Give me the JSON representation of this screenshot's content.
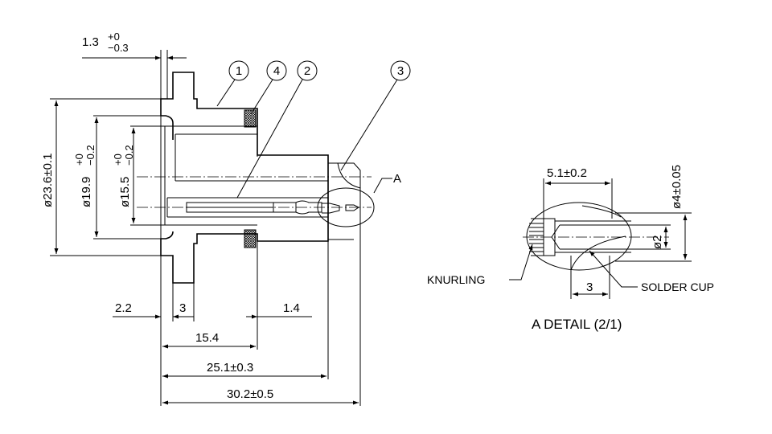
{
  "balloons": [
    "1",
    "4",
    "2",
    "3"
  ],
  "dimensions": {
    "flange_thickness": {
      "base": "1.3",
      "upper": "+0",
      "lower": "−0.3"
    },
    "dia_outer": "ø23.6±0.1",
    "dia_mid": {
      "base": "ø19.9",
      "upper": "+0",
      "lower": "−0.2"
    },
    "dia_inner": {
      "base": "ø15.5",
      "upper": "+0",
      "lower": "−0.2"
    },
    "len_2_2": "2.2",
    "len_3": "3",
    "len_1_4": "1.4",
    "len_15_4": "15.4",
    "len_25_1": "25.1±0.3",
    "len_30_2": "30.2±0.5",
    "section_ref": "A"
  },
  "detail": {
    "dim_width": "5.1±0.2",
    "dim_dia_outer": "ø4±0.05",
    "dim_dia_inner": "ø2",
    "dim_3": "3",
    "label_knurling": "KNURLING",
    "label_solder_cup": "SOLDER CUP",
    "title": "A DETAIL (2/1)"
  },
  "colors": {
    "line": "#000000",
    "background": "#ffffff"
  }
}
